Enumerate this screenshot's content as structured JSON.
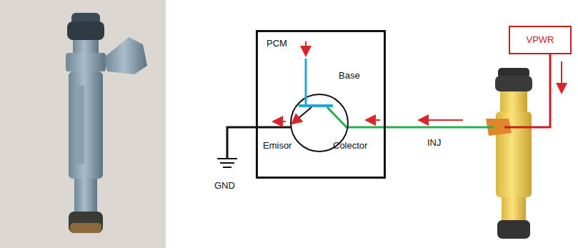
{
  "diagram": {
    "nodes": [
      {
        "text": [
          "PCM"
        ]
      },
      {
        "text": [
          "VPWR"
        ]
      }
    ],
    "labels": [
      "Base",
      "Emisor",
      "Colector",
      "INJ",
      "GND"
    ]
  }
}
